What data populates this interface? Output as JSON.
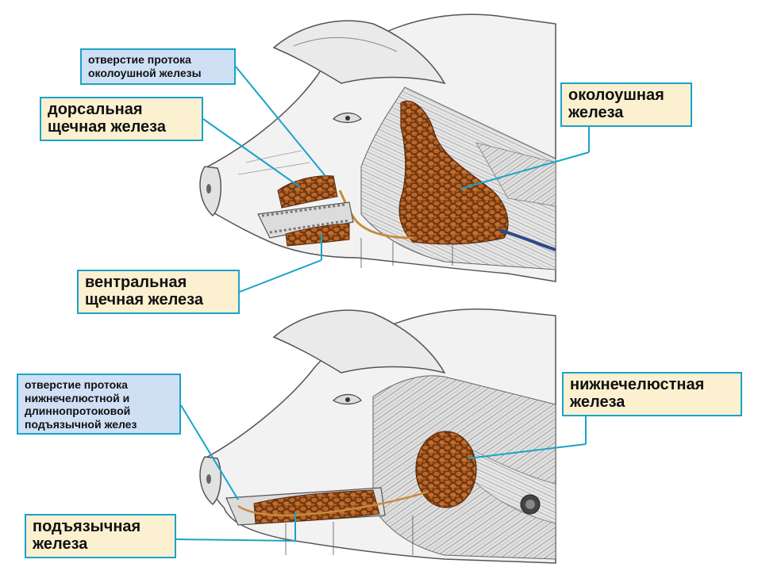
{
  "figure_top": {
    "parotid_duct_opening": {
      "line1": "отверстие протока",
      "line2": "околоушной железы"
    },
    "dorsal_buccal_gland": {
      "line1": "дорсальная",
      "line2": "щечная железа"
    },
    "parotid_gland": {
      "line1": "околоушная",
      "line2": "железа"
    },
    "ventral_buccal_gland": {
      "line1": "вентральная",
      "line2": "щечная железа"
    }
  },
  "figure_bottom": {
    "mandibular_duct_opening": {
      "line1": "отверстие протока",
      "line2": "нижнечелюстной и",
      "line3": "длиннопротоковой",
      "line4": "подъязычной желез"
    },
    "mandibular_gland": {
      "line1": "нижнечелюстная",
      "line2": "железа"
    },
    "sublingual_gland": {
      "line1": "подъязычная",
      "line2": "железа"
    }
  },
  "colors": {
    "label_fill": "#fbf0cf",
    "duct_label_fill": "#cfe0f5",
    "border_and_leader": "#1aa3c9",
    "gland": "#a9581f",
    "muscle": "#d9d9d9"
  }
}
